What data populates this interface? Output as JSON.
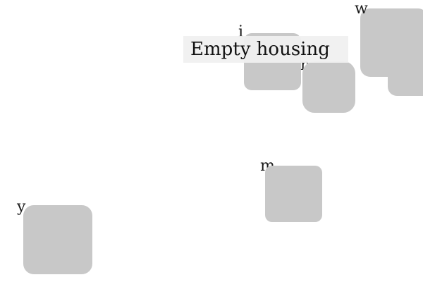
{
  "tiles": [
    {
      "id": "i",
      "label": "i"
    },
    {
      "id": "r",
      "label": "r"
    },
    {
      "id": "w",
      "label": "w"
    },
    {
      "id": "m",
      "label": "m"
    },
    {
      "id": "y",
      "label": "y"
    }
  ],
  "tooltip": {
    "text": "Empty housing"
  },
  "colors": {
    "background": "#ffffff",
    "tile": "#c8c8c8",
    "tooltip_background": "#f0f0f0",
    "text": "#111111"
  }
}
